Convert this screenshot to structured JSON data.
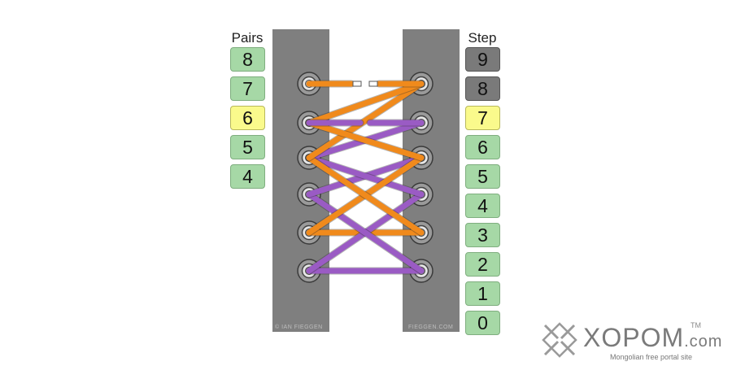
{
  "pairs": {
    "label": "Pairs",
    "items": [
      {
        "value": "8",
        "state": "green"
      },
      {
        "value": "7",
        "state": "green"
      },
      {
        "value": "6",
        "state": "yellow"
      },
      {
        "value": "5",
        "state": "green"
      },
      {
        "value": "4",
        "state": "green"
      }
    ]
  },
  "steps": {
    "label": "Step",
    "items": [
      {
        "value": "9",
        "state": "gray"
      },
      {
        "value": "8",
        "state": "gray"
      },
      {
        "value": "7",
        "state": "yellow"
      },
      {
        "value": "6",
        "state": "green"
      },
      {
        "value": "5",
        "state": "green"
      },
      {
        "value": "4",
        "state": "green"
      },
      {
        "value": "3",
        "state": "green"
      },
      {
        "value": "2",
        "state": "green"
      },
      {
        "value": "1",
        "state": "green"
      },
      {
        "value": "0",
        "state": "green"
      }
    ]
  },
  "credits": {
    "left": "© IAN FIEGGEN",
    "right": "FIEGGEN.COM"
  },
  "colors": {
    "orange": "#f08a1c",
    "purple": "#9a5bc4",
    "panel": "#7f7f7f",
    "selected": "#fafa8c",
    "available": "#a6d8a6",
    "future": "#7a7a7a"
  },
  "watermark": {
    "brand": "XOPOM",
    "tld": ".com",
    "tm": "TM",
    "tagline": "Mongolian free portal site",
    "logo_icon": "xopom-logo-icon"
  }
}
